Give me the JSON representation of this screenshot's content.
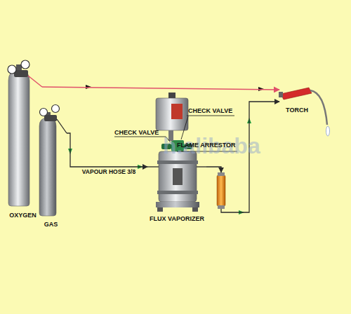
{
  "diagram": {
    "nodes": [
      {
        "text": [
          "OXYGEN"
        ]
      },
      {
        "text": [
          "GAS"
        ]
      },
      {
        "text": [
          "FLUX VAPORIZER"
        ]
      },
      {
        "text": [
          "FLAME ARRESTOR"
        ]
      },
      {
        "text": [
          "TORCH"
        ]
      }
    ],
    "edges": [
      {
        "from": 0,
        "to": 4,
        "arrow": "to"
      },
      {
        "from": 1,
        "to": 2,
        "label": "VAPOUR HOSE 3/8",
        "arrow": "to"
      },
      {
        "from": 2,
        "to": 3,
        "arrow": "to"
      },
      {
        "from": 3,
        "to": 4,
        "arrow": "to"
      }
    ],
    "labels": [
      "CHECK VALVE",
      "CHECK VALVE",
      "h.alibaba"
    ]
  }
}
